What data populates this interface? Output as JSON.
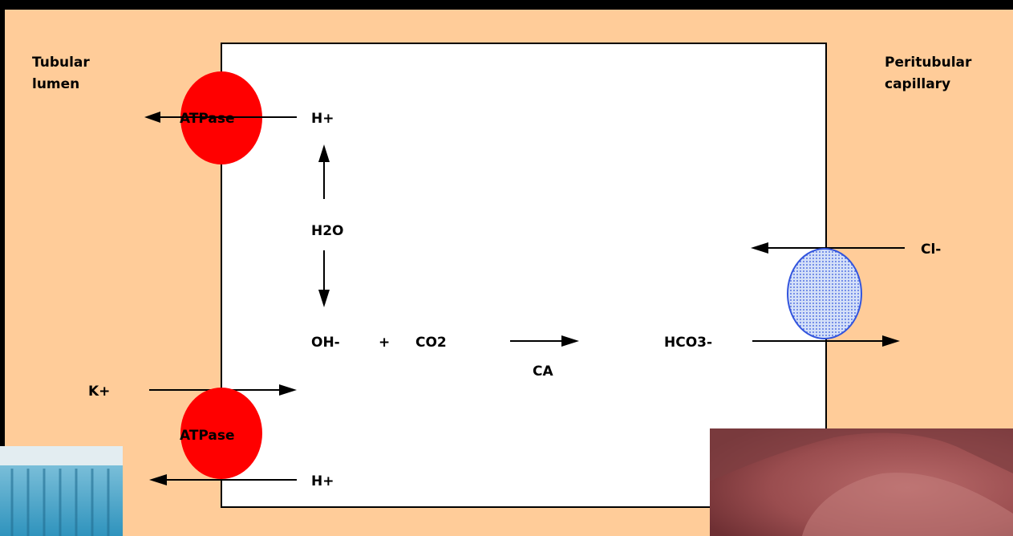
{
  "labels": {
    "tubular_lumen": [
      "Tubular",
      "lumen"
    ],
    "peritubular_capillary": [
      "Peritubular",
      "capillary"
    ],
    "atpase_top": "ATPase",
    "atpase_bottom": "ATPase",
    "h_plus_top": "H+",
    "h2o": "H2O",
    "oh_minus": "OH-",
    "plus_sign": "+",
    "co2": "CO2",
    "ca": "CA",
    "hco3_minus": "HCO3-",
    "cl_minus": "Cl-",
    "k_plus": "K+",
    "h_plus_bottom": "H+"
  },
  "colors": {
    "background": "#FFCC99",
    "frame": "#000000",
    "cell": "#FFFFFF",
    "atpase_pump": "#FF0000",
    "exchanger_fill": "#BFD2F5",
    "exchanger_stroke": "#3355DD"
  }
}
